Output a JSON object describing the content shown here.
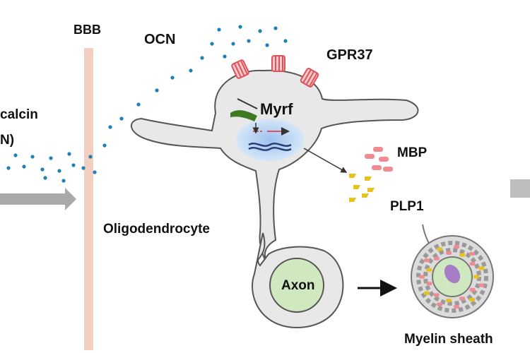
{
  "labels": {
    "bbb": "BBB",
    "ocn": "OCN",
    "gpr37": "GPR37",
    "myrf": "Myrf",
    "mbp": "MBP",
    "plp1": "PLP1",
    "oligodendrocyte": "Oligodendrocyte",
    "axon": "Axon",
    "myelin_sheath": "Myelin sheath",
    "osteocalcin_partial": "calcin",
    "ocn_partial": "N)"
  },
  "colors": {
    "ocn_dot": "#1f7fb6",
    "bbb_bar": "#f2cfc0",
    "cell_fill": "#e8e8e8",
    "cell_stroke": "#555555",
    "receptor": "#e0525a",
    "myrf": "#3f7a23",
    "nucleus": "#b9d3f2",
    "mbp": "#f08b94",
    "plp1": "#e6c221",
    "axon_fill": "#cfe8c0",
    "arrow_grey": "#9e9e9e"
  }
}
